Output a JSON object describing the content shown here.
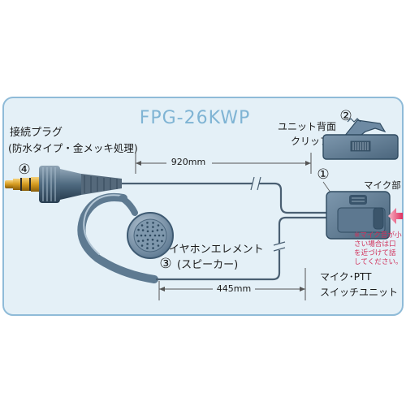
{
  "title": "FPG-26KWP",
  "labels": {
    "plug_line1": "接続プラグ",
    "plug_line2": "(防水タイプ・金メッキ処理)",
    "unit_back_clip_line1": "ユニット背面",
    "unit_back_clip_line2": "クリップ",
    "mic_part": "マイク部",
    "earphone_line1": "イヤホンエレメント",
    "earphone_line2": "(スピーカー)",
    "switch_unit_line1": "マイク･PTT",
    "switch_unit_line2": "スイッチユニット"
  },
  "note_lines": [
    "※マイク音が小",
    "さい場合は口",
    "を近づけて話",
    "してください。"
  ],
  "callouts": [
    "①",
    "②",
    "③",
    "④"
  ],
  "dimensions": {
    "top_cable": "920mm",
    "bottom_cable": "445mm"
  },
  "colors": {
    "panel_bg": "#e4f0f7",
    "panel_border": "#8fbbd8",
    "title": "#7fb4d4",
    "device_dark": "#2f4a60",
    "device_mid": "#6e8aa3",
    "device_light": "#a9bdcd",
    "note_red": "#d0305a",
    "arrow_pink": "#e0305f"
  }
}
